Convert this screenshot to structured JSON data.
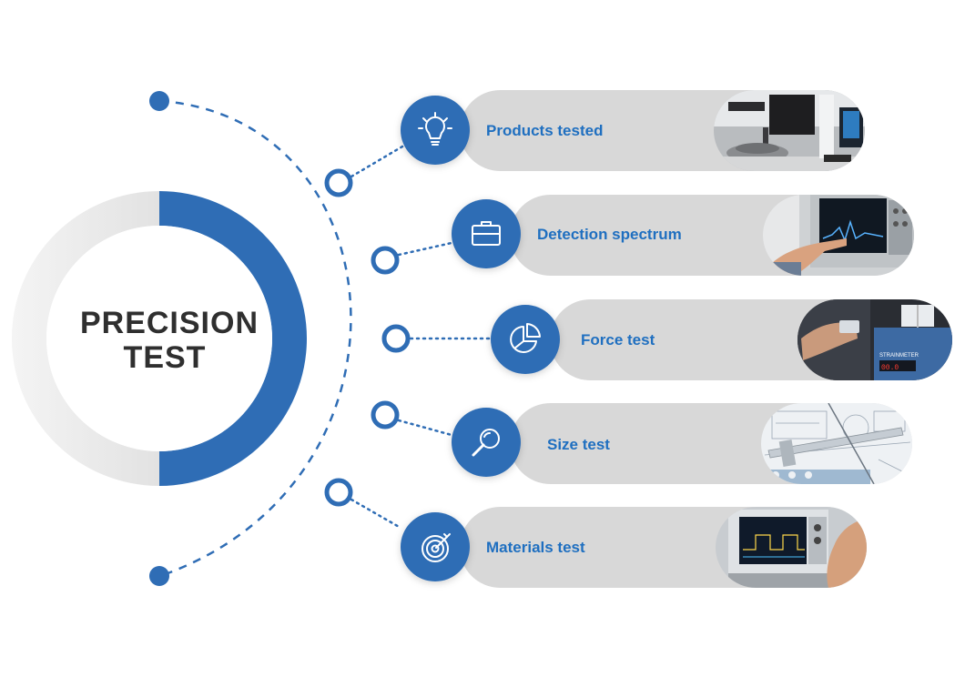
{
  "title": {
    "line1": "PRECISION",
    "line2": "TEST"
  },
  "colors": {
    "accent": "#2f6db5",
    "pill": "#d8d8d8",
    "label": "#1f6fc0",
    "title": "#2f2f2f"
  },
  "items": [
    {
      "label": "Products tested",
      "icon": "lightbulb-icon",
      "photo": "measuring-machine-photo"
    },
    {
      "label": "Detection spectrum",
      "icon": "briefcase-icon",
      "photo": "oscilloscope-touch-photo"
    },
    {
      "label": "Force test",
      "icon": "pie-chart-icon",
      "photo": "force-meter-photo",
      "photo_text": "STRAINMETER"
    },
    {
      "label": "Size test",
      "icon": "magnifier-icon",
      "photo": "caliper-blueprint-photo"
    },
    {
      "label": "Materials test",
      "icon": "target-icon",
      "photo": "oscilloscope-hand-photo"
    }
  ]
}
